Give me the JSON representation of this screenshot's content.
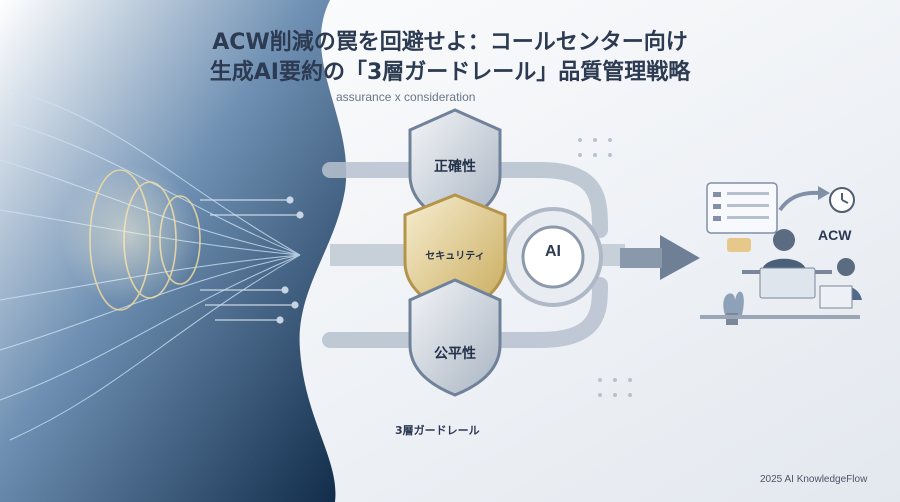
{
  "title": {
    "line1": "ACW削減の罠を回避せよ：コールセンター向け",
    "line2": "生成AI要約の「3層ガードレール」品質管理戦略"
  },
  "subtitle": "assurance x consideration",
  "shields": [
    {
      "label": "正確性"
    },
    {
      "label": "セキュリティ"
    },
    {
      "label": "公平性"
    }
  ],
  "ai_badge": "AI",
  "acw_label": "ACW",
  "guardrail_caption": "3層ガードレール",
  "credit": "2025 AI KnowledgeFlow",
  "colors": {
    "navy": "#16304f",
    "glow": "#e8d9a6",
    "shield_silver": "#cfd6df",
    "shield_gold": "#e3cf95",
    "accent_text": "#2c3a52"
  }
}
